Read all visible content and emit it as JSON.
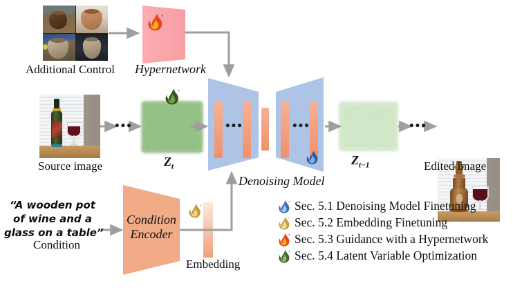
{
  "figure": {
    "type": "pipeline-diagram",
    "background": "#ffffff"
  },
  "nodes": {
    "additional_control": {
      "label": "Additional Control",
      "icon": "image-grid-2x2-pottery",
      "tiles": [
        "pot-dark-brown",
        "pot-terracotta",
        "pot-grey-stone",
        "pot-tan-stone"
      ]
    },
    "hypernetwork": {
      "label": "Hypernetwork",
      "color": "#f8a8ab",
      "flame": "flame-red-icon",
      "shape": "parallelogram"
    },
    "source_image": {
      "label": "Source image",
      "icon": "photo-wine-bottle-and-glass"
    },
    "latent_zt": {
      "label": "Z",
      "subscript": "t",
      "color": "#4e7a3d",
      "flame": "flame-green-icon",
      "icon": "green-noise-square"
    },
    "denoising_model": {
      "label": "Denoising Model",
      "color": "#aec2e8",
      "block_color": "#f4a183",
      "flame": "flame-blue-icon",
      "ellipsis": "•••",
      "shape": "unet-two-trapezoids"
    },
    "latent_zt_minus_1": {
      "label": "Z",
      "subscript": "t−1",
      "color": "#8cb87a",
      "icon": "green-noise-square"
    },
    "edited_image": {
      "label": "Edited image",
      "icon": "photo-wooden-pot-and-glass"
    },
    "condition": {
      "prompt_lines": [
        "“A wooden pot",
        "of wine and a",
        "glass on a table”"
      ],
      "label": "Condition"
    },
    "condition_encoder": {
      "label_lines": [
        "Condition",
        "Encoder"
      ],
      "color": "#f0ab85",
      "shape": "trapezoid"
    },
    "embedding": {
      "label": "Embedding",
      "color_top": "#fae3d5",
      "color_bottom": "#f2a07a",
      "flame": "flame-gold-icon"
    }
  },
  "ellipses": {
    "source_to_zt": "•••",
    "unet_left": "•••",
    "unet_right": "•••",
    "zt1_to_edited": "•••"
  },
  "legend": {
    "items": [
      {
        "icon": "flame-blue-icon",
        "color": "#5b8ed0",
        "text": "Sec. 5.1 Denoising Model Finetuning"
      },
      {
        "icon": "flame-gold-icon",
        "color": "#d8b157",
        "text": "Sec. 5.2 Embedding Finetuning"
      },
      {
        "icon": "flame-red-icon",
        "color": "#e8442a",
        "text": "Sec. 5.3 Guidance with a Hypernetwork"
      },
      {
        "icon": "flame-green-icon",
        "color": "#4f7a3e",
        "text": "Sec. 5.4 Latent Variable Optimization"
      }
    ]
  },
  "arrows": {
    "color": "#9e9e9e",
    "control_to_hypernetwork": "arrow-right",
    "hypernetwork_to_unet": "arrow-down-elbow",
    "source_to_zt": "arrow-right",
    "zt_to_unet": "arrow-right",
    "unet_to_zt1": "arrow-right",
    "zt1_to_edited": "arrow-right",
    "condition_to_encoder": "arrow-right",
    "embedding_to_unet": "arrow-up-elbow"
  }
}
